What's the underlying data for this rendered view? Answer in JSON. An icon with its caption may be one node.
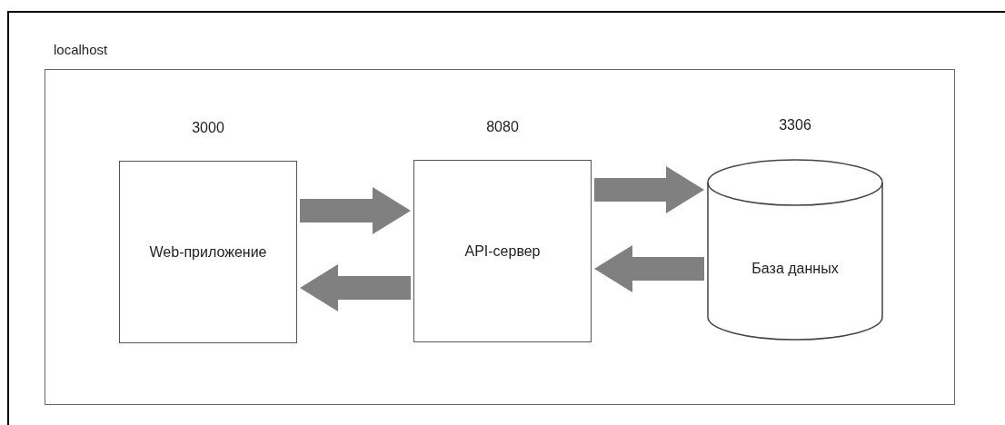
{
  "diagram": {
    "nodes": [
      {
        "text": [
          "localhost"
        ]
      },
      {
        "text": [
          "Web-приложение"
        ],
        "beside": [
          "3000"
        ],
        "in": 0
      },
      {
        "text": [
          "API-сервер"
        ],
        "beside": [
          "8080"
        ],
        "in": 0
      },
      {
        "text": [
          "База данных"
        ],
        "beside": [
          "3306"
        ],
        "in": 0
      }
    ],
    "edges": [
      {
        "from": 1,
        "to": 2,
        "arrow": "to"
      },
      {
        "from": 2,
        "to": 1,
        "arrow": "to"
      },
      {
        "from": 2,
        "to": 3,
        "arrow": "to"
      },
      {
        "from": 3,
        "to": 2,
        "arrow": "to"
      }
    ]
  }
}
